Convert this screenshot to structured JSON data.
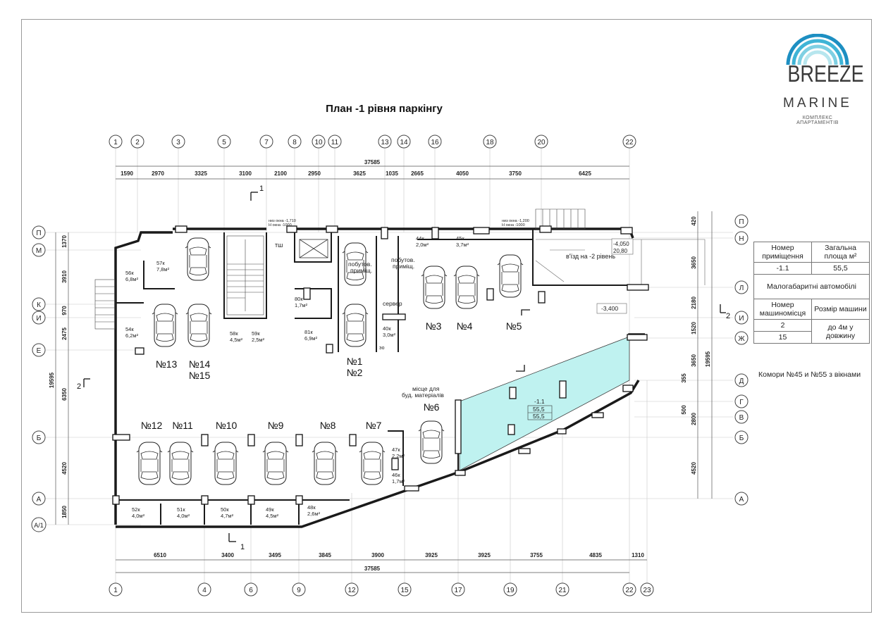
{
  "title": "План -1 рівня паркінгу",
  "logo": {
    "line1": "BREEZE",
    "line2": "MARINE",
    "line3": "КОМПЛЕКС АПАРТАМЕНТІВ"
  },
  "top_axes": [
    "1",
    "2",
    "3",
    "5",
    "7",
    "8",
    "10",
    "11",
    "13",
    "14",
    "16",
    "18",
    "20",
    "22"
  ],
  "bottom_axes": [
    "1",
    "4",
    "6",
    "9",
    "12",
    "15",
    "17",
    "19",
    "21",
    "22",
    "23"
  ],
  "left_axes": [
    "П",
    "М",
    "К",
    "И",
    "Е",
    "Б",
    "А",
    "А/1"
  ],
  "right_axes": [
    "П",
    "Н",
    "Л",
    "И",
    "Ж",
    "Д",
    "Г",
    "В",
    "Б",
    "А"
  ],
  "top_total": "37585",
  "top_dims": [
    "1590",
    "2970",
    "3325",
    "3100",
    "2100",
    "2950",
    "3625",
    "1035",
    "2665",
    "4050",
    "3750",
    "6425"
  ],
  "bottom_total": "37585",
  "bottom_dims": [
    "6510",
    "3400",
    "3495",
    "3845",
    "3900",
    "3925",
    "3925",
    "3755",
    "4835",
    "1310"
  ],
  "left_total": "19595",
  "left_dims": [
    "1370",
    "3910",
    "970",
    "2475",
    "6350",
    "4520",
    "1850"
  ],
  "right_total": "19595",
  "right_dims": [
    "420",
    "3650",
    "2180",
    "1520",
    "3650",
    "355",
    "500",
    "2800",
    "4520"
  ],
  "section_marks": [
    "1",
    "1",
    "2",
    "2"
  ],
  "places": [
    "№1",
    "№2",
    "№3",
    "№4",
    "№5",
    "№6",
    "№7",
    "№8",
    "№9",
    "№10",
    "№11",
    "№12",
    "№13",
    "№14",
    "№15"
  ],
  "rooms": {
    "r56": "56к",
    "r56a": "6,8м²",
    "r57": "57к",
    "r57a": "7,8м²",
    "r54": "54к",
    "r54a": "6,2м²",
    "r58": "58к",
    "r58a": "4,5м²",
    "r59": "59к",
    "r59a": "2,5м²",
    "r80": "80к",
    "r80a": "1,7м²",
    "r81": "81к",
    "r81a": "6,9м²",
    "r40": "40к",
    "r40a": "3,0м²",
    "r44": "44к",
    "r44a": "2,0м²",
    "r45": "45к",
    "r45a": "3,7м²",
    "r47": "47к",
    "r47a": "2,2м²",
    "r46": "46к",
    "r46a": "1,7м²",
    "r52": "52к",
    "r52a": "4,0м²",
    "r51": "51к",
    "r51a": "4,0м²",
    "r50": "50к",
    "r50a": "4,7м²",
    "r49": "49к",
    "r49a": "4,5м²",
    "r48": "48к",
    "r48a": "2,6м²"
  },
  "labels": {
    "tsh": "тш",
    "pobut1a": "побутов.",
    "pobut1b": "приміщ.",
    "pobut2a": "побутов.",
    "pobut2b": "приміщ.",
    "server": "сервер",
    "eo": "эо",
    "ramp": "в'їзд на -2 рівень",
    "mat1": "місце для",
    "mat2": "буд. матеріалів",
    "win1a": "низ окна -1,710",
    "win1b": "Н окна -1000",
    "win2a": "низ окна -1,200",
    "win2b": "Н окна -1000",
    "lvl1": "-4,050",
    "lvl2": "20,80",
    "lvl3": "-3,400",
    "unit": "-1.1",
    "unit_a": "55,5",
    "unit_b": "55,5"
  },
  "table": {
    "h1": "Номер приміщення",
    "h2": "Загальна площа м²",
    "v1": "-1.1",
    "v2": "55,5",
    "sub": "Малогабаритні автомобілі",
    "h3": "Номер машиномісця",
    "h4": "Розмір машини",
    "c1": "2",
    "c2": "15",
    "c3": "до 4м у довжину"
  },
  "note": "Комори №45 и №55 з вікнами",
  "colors": {
    "highlight": "#bff2f0",
    "line": "#1a1a1a",
    "dim": "#666666"
  }
}
